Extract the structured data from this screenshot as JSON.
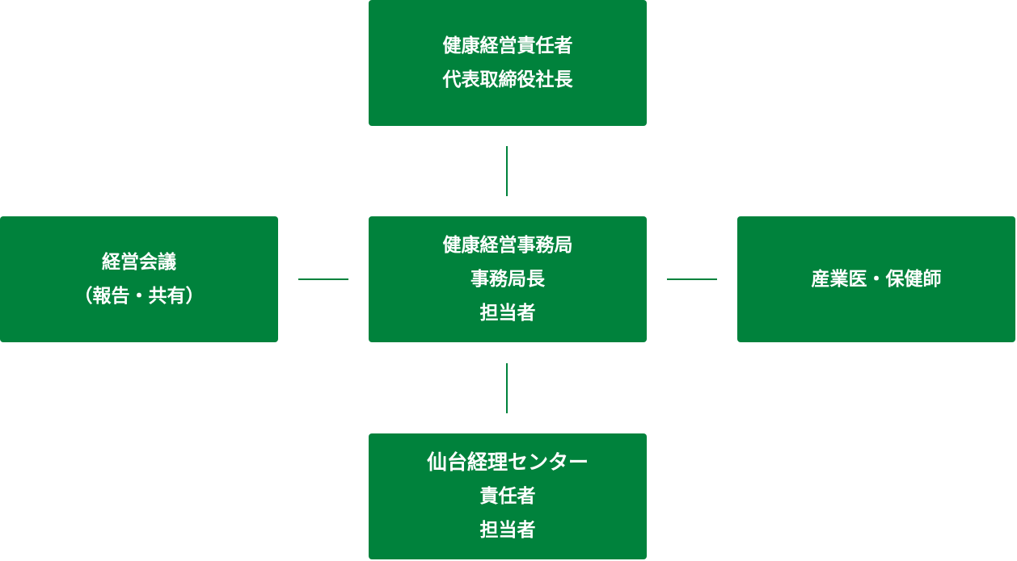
{
  "nodes": {
    "top": {
      "lines": [
        "健康経営責任者",
        "代表取締役社長"
      ]
    },
    "left": {
      "lines": [
        "経営会議",
        "（報告・共有）"
      ]
    },
    "center": {
      "lines": [
        "健康経営事務局",
        "事務局長",
        "担当者"
      ]
    },
    "right": {
      "lines": [
        "産業医・保健師"
      ]
    },
    "bottom": {
      "lines": [
        "仙台経理センター",
        "責任者",
        "担当者"
      ]
    }
  },
  "colors": {
    "box": "#00823c",
    "text": "#ffffff"
  }
}
